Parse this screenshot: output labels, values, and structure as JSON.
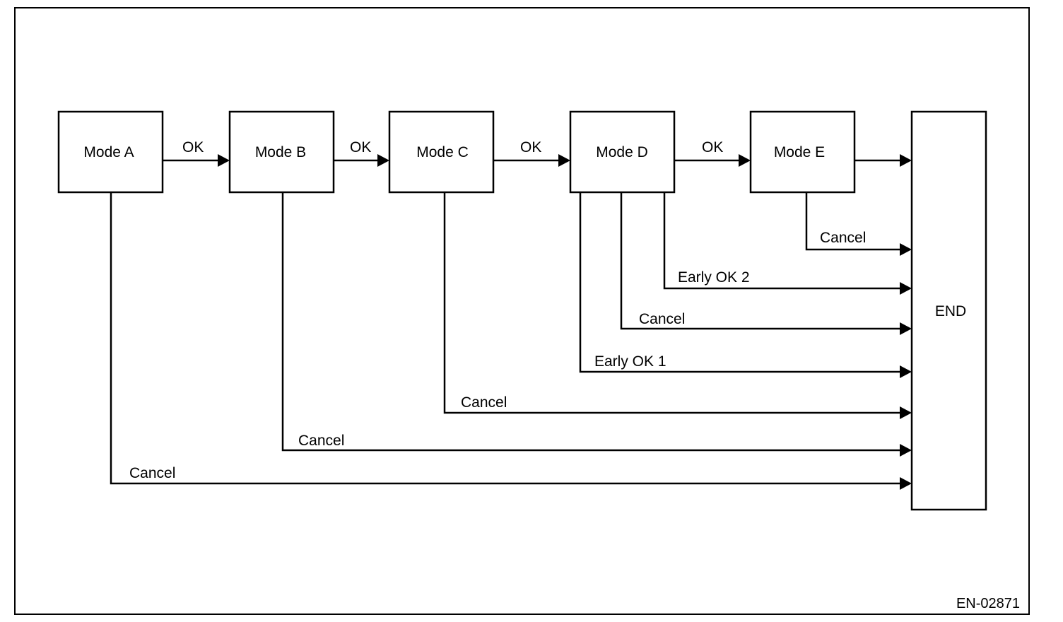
{
  "diagram": {
    "nodes": {
      "mode_a": "Mode A",
      "mode_b": "Mode B",
      "mode_c": "Mode C",
      "mode_d": "Mode D",
      "mode_e": "Mode E",
      "end": "END"
    },
    "edges": {
      "a_to_b": "OK",
      "b_to_c": "OK",
      "c_to_d": "OK",
      "d_to_e": "OK",
      "e_to_end": "",
      "e_cancel": "Cancel",
      "d_early_ok_2": "Early OK 2",
      "d_cancel": "Cancel",
      "d_early_ok_1": "Early OK 1",
      "c_cancel": "Cancel",
      "b_cancel": "Cancel",
      "a_cancel": "Cancel"
    },
    "reference_code": "EN-02871"
  }
}
